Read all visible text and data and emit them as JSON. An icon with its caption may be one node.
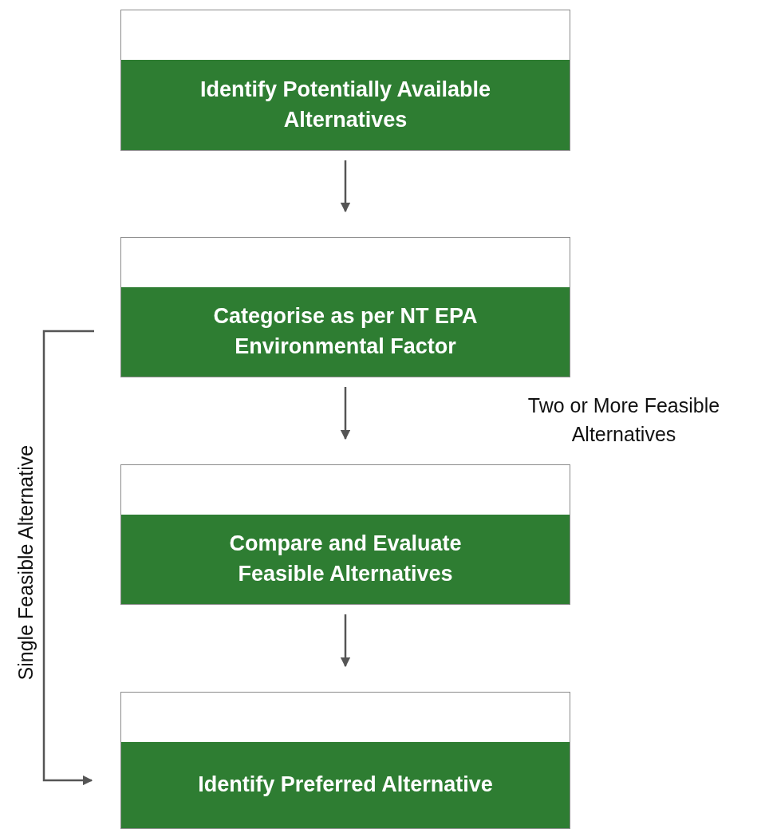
{
  "diagram": {
    "nodes": [
      {
        "text": [
          "Identify Potentially Available Alternatives"
        ]
      },
      {
        "text": [
          "Categorise as per NT EPA Environmental Factor"
        ]
      },
      {
        "text": [
          "Compare and Evaluate Feasible Alternatives"
        ]
      },
      {
        "text": [
          "Identify Preferred Alternative"
        ]
      }
    ],
    "edges": [
      {
        "from": 0,
        "to": 1,
        "arrow": "to"
      },
      {
        "from": 1,
        "to": 2,
        "arrow": "to"
      },
      {
        "from": 2,
        "to": 3,
        "arrow": "to"
      },
      {
        "from": 1,
        "to": 3,
        "arrow": "to",
        "label": "Single Feasible Alternative"
      }
    ],
    "labels": [
      "Two or More Feasible Alternatives"
    ]
  }
}
